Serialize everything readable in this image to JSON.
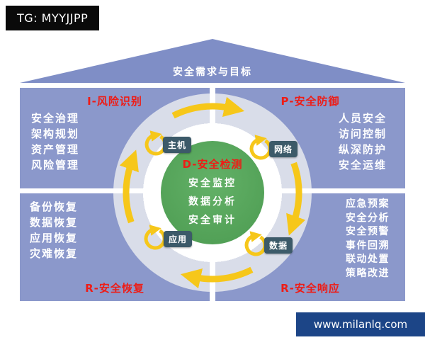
{
  "watermarks": {
    "tg_badge": "TG: MYYJJPP",
    "site": "www.milanlq.com"
  },
  "roof": {
    "title": "安全需求与目标"
  },
  "quadrants": {
    "top_left": {
      "title": "I-风险识别",
      "items": [
        "安全治理",
        "架构规划",
        "资产管理",
        "风险管理"
      ]
    },
    "top_right": {
      "title": "P-安全防御",
      "items": [
        "人员安全",
        "访问控制",
        "纵深防护",
        "安全运维"
      ]
    },
    "bottom_left": {
      "title": "R-安全恢复",
      "items": [
        "备份恢复",
        "数据恢复",
        "应用恢复",
        "灾难恢复"
      ]
    },
    "bottom_right": {
      "title": "R-安全响应",
      "items": [
        "应急预案",
        "安全分析",
        "安全预警",
        "事件回溯",
        "联动处置",
        "策略改进"
      ]
    }
  },
  "center": {
    "title": "D-安全检测",
    "items": [
      "安全监控",
      "数据分析",
      "安全审计"
    ]
  },
  "ring_labels": {
    "host": "主机",
    "network": "网络",
    "app": "应用",
    "data": "数据"
  },
  "colors": {
    "panel_blue": "#8b98cb",
    "roof_blue": "#7f8ec6",
    "ring_gray": "#d9dde9",
    "center_green": "#55a35a",
    "accent_red": "#ee1c16",
    "arrow_yellow": "#f6c71a",
    "chip_teal": "#3c5a69",
    "site_navy": "#1c4587",
    "badge_black": "#0a0a0a"
  }
}
